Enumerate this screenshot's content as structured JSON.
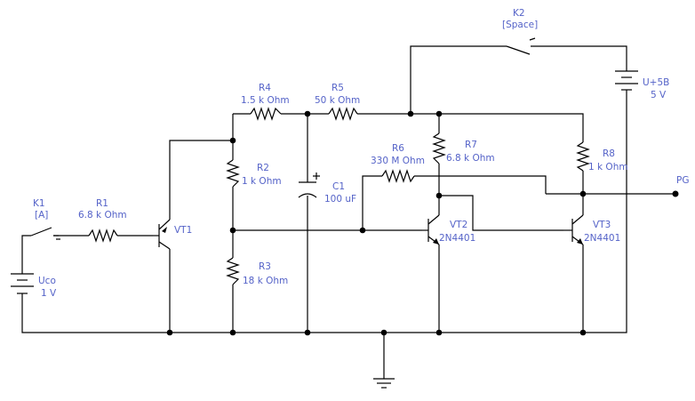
{
  "components": {
    "K1": {
      "ref": "K1",
      "key": "[A]"
    },
    "K2": {
      "ref": "K2",
      "key": "[Space]"
    },
    "R1": {
      "ref": "R1",
      "value": "6.8 k Ohm"
    },
    "R2": {
      "ref": "R2",
      "value": "1 k Ohm"
    },
    "R3": {
      "ref": "R3",
      "value": "18 k Ohm"
    },
    "R4": {
      "ref": "R4",
      "value": "1.5 k Ohm"
    },
    "R5": {
      "ref": "R5",
      "value": "50 k Ohm"
    },
    "R6": {
      "ref": "R6",
      "value": "330 M Ohm"
    },
    "R7": {
      "ref": "R7",
      "value": "6.8 k Ohm"
    },
    "R8": {
      "ref": "R8",
      "value": "1 k Ohm"
    },
    "C1": {
      "ref": "C1",
      "value": "100 uF"
    },
    "VT1": {
      "ref": "VT1"
    },
    "VT2": {
      "ref": "VT2",
      "model": "2N4401"
    },
    "VT3": {
      "ref": "VT3",
      "model": "2N4401"
    },
    "Uco": {
      "ref": "Uco",
      "value": "1 V"
    },
    "Usupply": {
      "ref": "U+5B",
      "value": "5 V"
    }
  },
  "output": {
    "label": "PG"
  }
}
